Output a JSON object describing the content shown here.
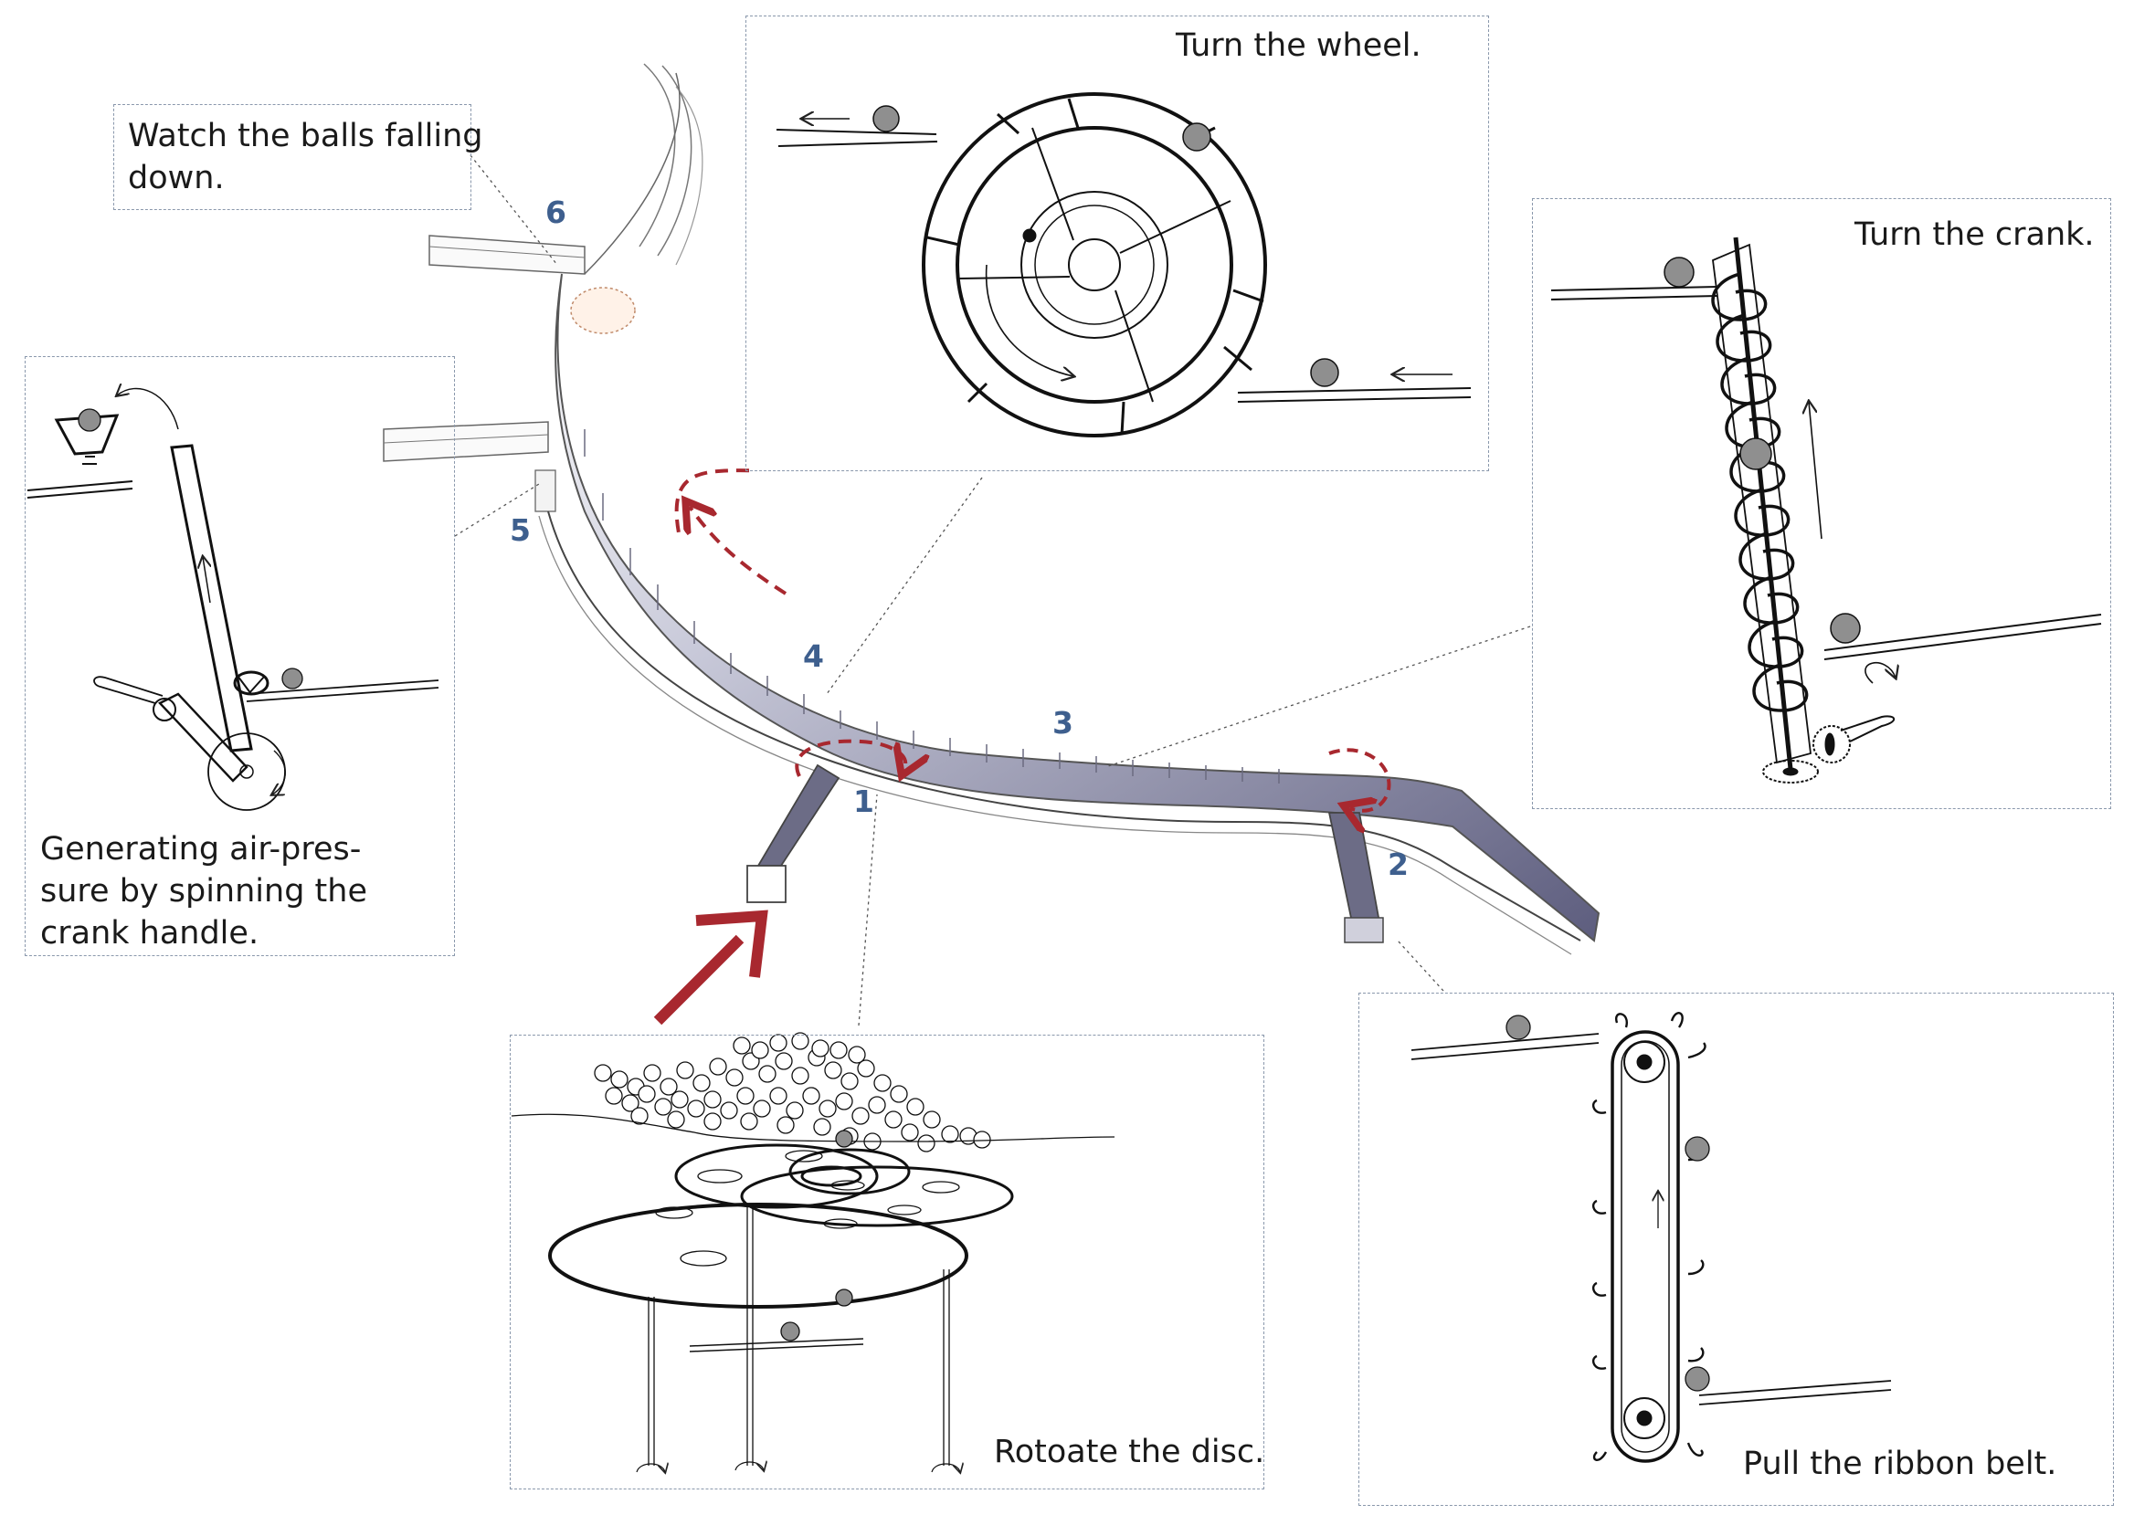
{
  "captions": {
    "wheel": "Turn the wheel.",
    "balls": "Watch the balls falling\ndown.",
    "crank": "Turn the crank.",
    "air": "Generating air-pres-\nsure by spinning the\ncrank handle.",
    "disc": "Rotoate the disc.",
    "belt": "Pull the ribbon belt."
  },
  "station_numbers": [
    "1",
    "2",
    "3",
    "4",
    "5",
    "6"
  ],
  "colors": {
    "accent_arrow": "#a8282f",
    "station_number": "#3e5f8e",
    "panel_border": "#8a98ac",
    "ball": "#8f8f8f",
    "track_fill": "#5d5d7e"
  }
}
